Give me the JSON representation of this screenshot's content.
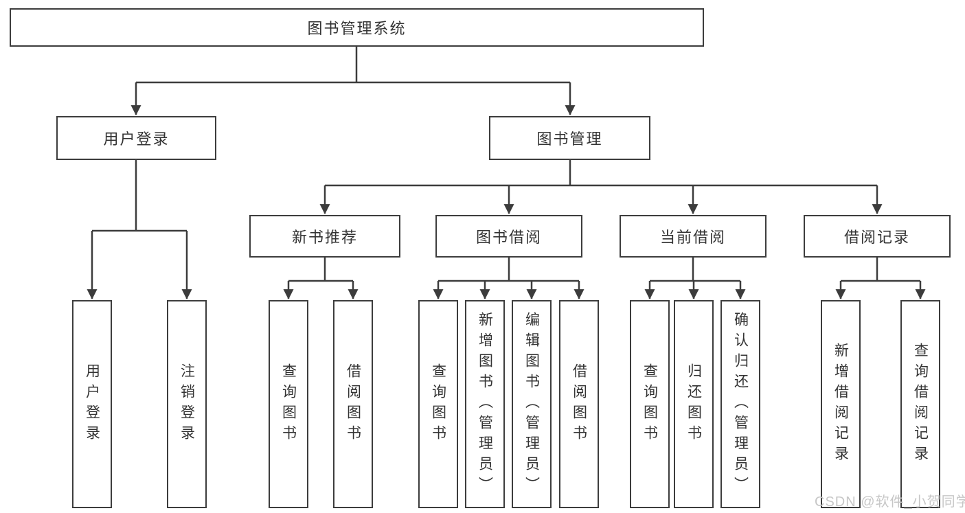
{
  "tree": {
    "root": "图书管理系统",
    "children": [
      {
        "label": "用户登录",
        "children": [
          "用户登录",
          "注销登录"
        ]
      },
      {
        "label": "图书管理",
        "children": [
          {
            "label": "新书推荐",
            "children": [
              "查询图书",
              "借阅图书"
            ]
          },
          {
            "label": "图书借阅",
            "children": [
              "查询图书",
              "新增图书（管理员）",
              "编辑图书（管理员）",
              "借阅图书"
            ]
          },
          {
            "label": "当前借阅",
            "children": [
              "查询图书",
              "归还图书",
              "确认归还（管理员）"
            ]
          },
          {
            "label": "借阅记录",
            "children": [
              "新增借阅记录",
              "查询借阅记录"
            ]
          }
        ]
      }
    ]
  },
  "colors": {
    "line": "#3c3c3c",
    "box_border": "#3c3c3c",
    "text": "#333333",
    "watermark_text": "#c7c7c7",
    "background": "#ffffff"
  },
  "watermark": {
    "text": "CSDN @软件_小贺同学"
  }
}
